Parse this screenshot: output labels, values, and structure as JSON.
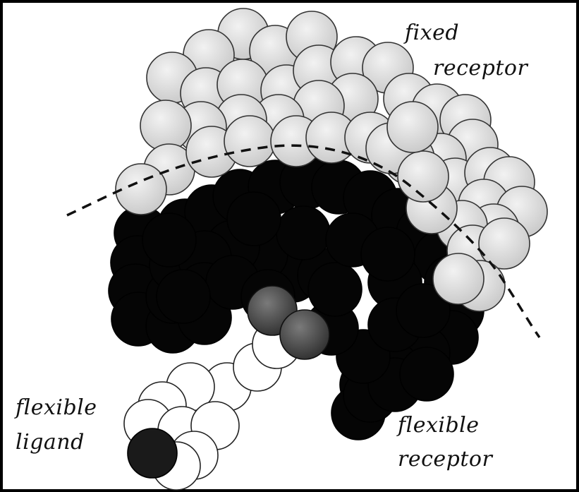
{
  "labels": {
    "fixed_receptor_line1": "fixed",
    "fixed_receptor_line2": "receptor",
    "flexible_ligand_line1": "flexible",
    "flexible_ligand_line2": "ligand",
    "flexible_receptor_line1": "flexible",
    "flexible_receptor_line2": "receptor"
  },
  "colors": {
    "fixed_receptor_atom": "#d9d9d9",
    "flexible_receptor_atom": "#050505",
    "ligand_atom": "#ffffff",
    "ligand_dark_atom": "#4a4a4a",
    "ligand_black_atom": "#1a1a1a",
    "boundary_line": "#111111",
    "frame": "#000000"
  }
}
